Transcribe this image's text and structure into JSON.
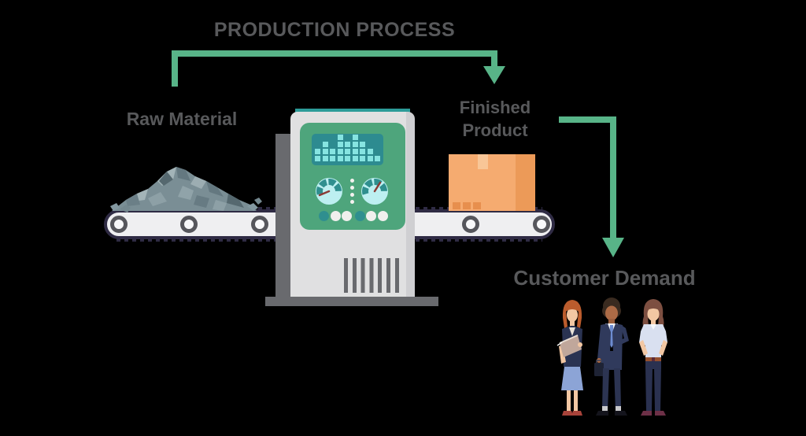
{
  "title": "PRODUCTION PROCESS",
  "labels": {
    "raw_material": "Raw Material",
    "finished_product_line1": "Finished",
    "finished_product_line2": "Product",
    "customer_demand": "Customer Demand"
  },
  "flow": {
    "steps": [
      "Raw Material",
      "Production Process",
      "Finished Product",
      "Customer Demand"
    ],
    "edges": [
      {
        "from": "Production Process",
        "to": "Finished Product"
      },
      {
        "from": "Finished Product",
        "to": "Customer Demand"
      }
    ]
  },
  "machine": {
    "equalizer_bars": [
      2,
      3,
      2,
      4,
      3,
      4,
      3,
      2,
      1
    ],
    "button_colors": [
      "#2f8f8f",
      "#f0efed",
      "#f0efed",
      "#2f8f8f",
      "#f0efed",
      "#f0efed"
    ],
    "gauge_needles": [
      [
        7,
        24
      ],
      [
        26,
        8
      ]
    ],
    "dot_count": 4
  },
  "colors": {
    "arrow_green": "#58b488",
    "panel_green": "#4ea57c",
    "display_teal": "#2d8b90",
    "bar_cyan": "#86e4e1",
    "gauge_face": "#bdeff1",
    "gauge_arc": "#2f8f8f",
    "needle_red": "#8b3a35",
    "machine_gray": "#dedede",
    "dark_gray": "#696a6e",
    "belt_outline": "#2f2b44",
    "box_front": "#f5ab70",
    "box_side": "#ec9a58",
    "text_gray": "#58595b"
  }
}
